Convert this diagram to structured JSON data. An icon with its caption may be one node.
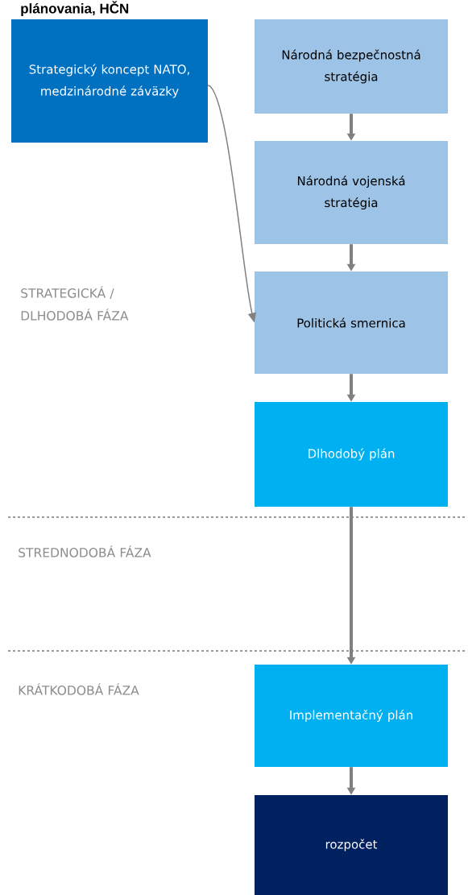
{
  "diagram": {
    "title": "plánovania, HČN",
    "nodes": [
      {
        "text": [
          "Strategický koncept NATO, medzinárodné záväzky"
        ]
      },
      {
        "text": [
          "Národná bezpečnostná stratégia"
        ]
      },
      {
        "text": [
          "Národná vojenská stratégia"
        ]
      },
      {
        "text": [
          "Politická smernica"
        ]
      },
      {
        "text": [
          "Dlhodobý plán"
        ]
      },
      {
        "text": [
          "Implementačný plán"
        ]
      },
      {
        "text": [
          "rozpočet"
        ]
      }
    ],
    "edges": [
      {
        "from": 1,
        "to": 2,
        "arrow": "to"
      },
      {
        "from": 2,
        "to": 3,
        "arrow": "to"
      },
      {
        "from": 0,
        "to": 3,
        "arrow": "to"
      },
      {
        "from": 3,
        "to": 4,
        "arrow": "to"
      },
      {
        "from": 4,
        "to": 5,
        "arrow": "to"
      },
      {
        "from": 5,
        "to": 6,
        "arrow": "to"
      }
    ],
    "labels": [
      "STRATEGICKÁ / DLHODOBÁ FÁZA",
      "STREDNODOBÁ FÁZA",
      "KRÁTKODOBÁ FÁZA"
    ]
  }
}
